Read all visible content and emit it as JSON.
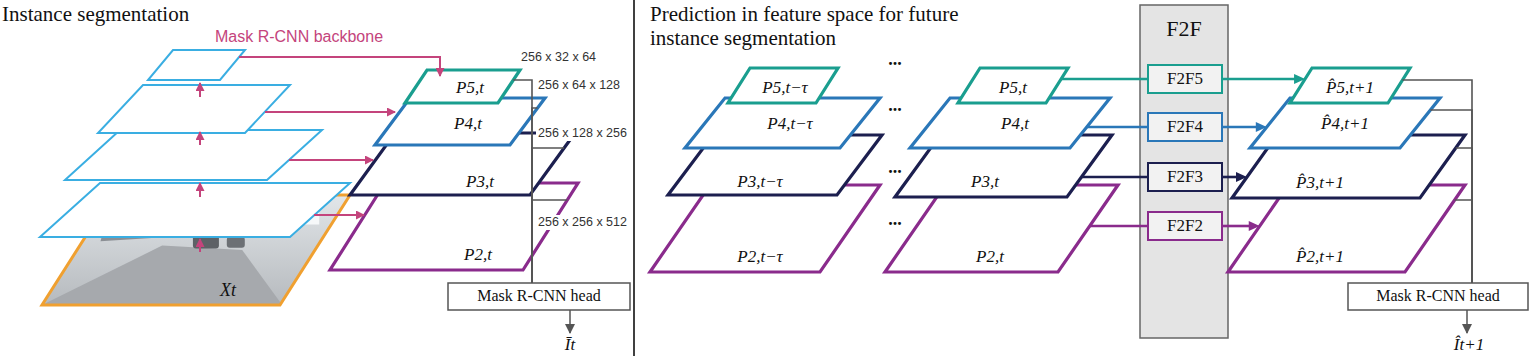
{
  "diagram": {
    "title": "Instance segmentation",
    "nodes": [
      {
        "text": [
          "P5,t"
        ]
      },
      {
        "text": [
          "P4,t"
        ]
      },
      {
        "text": [
          "P3,t"
        ]
      },
      {
        "text": [
          "P2,t"
        ]
      },
      {
        "text": [
          "Xt"
        ]
      },
      {
        "text": [
          "Mask R-CNN head"
        ]
      },
      {
        "text": [
          "P5,t−τ"
        ]
      },
      {
        "text": [
          "P4,t−τ"
        ]
      },
      {
        "text": [
          "P3,t−τ"
        ]
      },
      {
        "text": [
          "P2,t−τ"
        ]
      },
      {
        "text": [
          "P5,t"
        ]
      },
      {
        "text": [
          "P4,t"
        ]
      },
      {
        "text": [
          "P3,t"
        ]
      },
      {
        "text": [
          "P2,t"
        ]
      },
      {
        "text": [
          "F2F"
        ]
      },
      {
        "text": [
          "F2F5"
        ],
        "in": 14
      },
      {
        "text": [
          "F2F4"
        ],
        "in": 14
      },
      {
        "text": [
          "F2F3"
        ],
        "in": 14
      },
      {
        "text": [
          "F2F2"
        ],
        "in": 14
      },
      {
        "text": [
          "P̂5,t+1"
        ]
      },
      {
        "text": [
          "P̂4,t+1"
        ]
      },
      {
        "text": [
          "P̂3,t+1"
        ]
      },
      {
        "text": [
          "P̂2,t+1"
        ]
      },
      {
        "text": [
          "Mask R-CNN head"
        ]
      }
    ],
    "edges": [
      {
        "from": 0,
        "to": 5,
        "arrow": "none"
      },
      {
        "from": 1,
        "to": 5,
        "arrow": "none"
      },
      {
        "from": 2,
        "to": 5,
        "arrow": "none"
      },
      {
        "from": 3,
        "to": 5,
        "arrow": "none"
      },
      {
        "from": 10,
        "to": 15,
        "arrow": "none"
      },
      {
        "from": 11,
        "to": 16,
        "arrow": "none"
      },
      {
        "from": 12,
        "to": 17,
        "arrow": "none"
      },
      {
        "from": 13,
        "to": 18,
        "arrow": "none"
      },
      {
        "from": 15,
        "to": 19,
        "arrow": "to"
      },
      {
        "from": 16,
        "to": 20,
        "arrow": "to"
      },
      {
        "from": 17,
        "to": 21,
        "arrow": "to"
      },
      {
        "from": 18,
        "to": 22,
        "arrow": "to"
      },
      {
        "from": 19,
        "to": 23,
        "arrow": "none"
      },
      {
        "from": 20,
        "to": 23,
        "arrow": "none"
      },
      {
        "from": 21,
        "to": 23,
        "arrow": "none"
      },
      {
        "from": 22,
        "to": 23,
        "arrow": "none"
      }
    ],
    "labels": [
      "Mask R-CNN backbone",
      "256 x 32 x 64",
      "256 x 64 x 128",
      "256 x 128 x 256",
      "256 x 256 x 512",
      "Īt",
      "Prediction in feature space for future instance segmentation",
      "...",
      "...",
      "...",
      "...",
      "Ît+1"
    ]
  }
}
